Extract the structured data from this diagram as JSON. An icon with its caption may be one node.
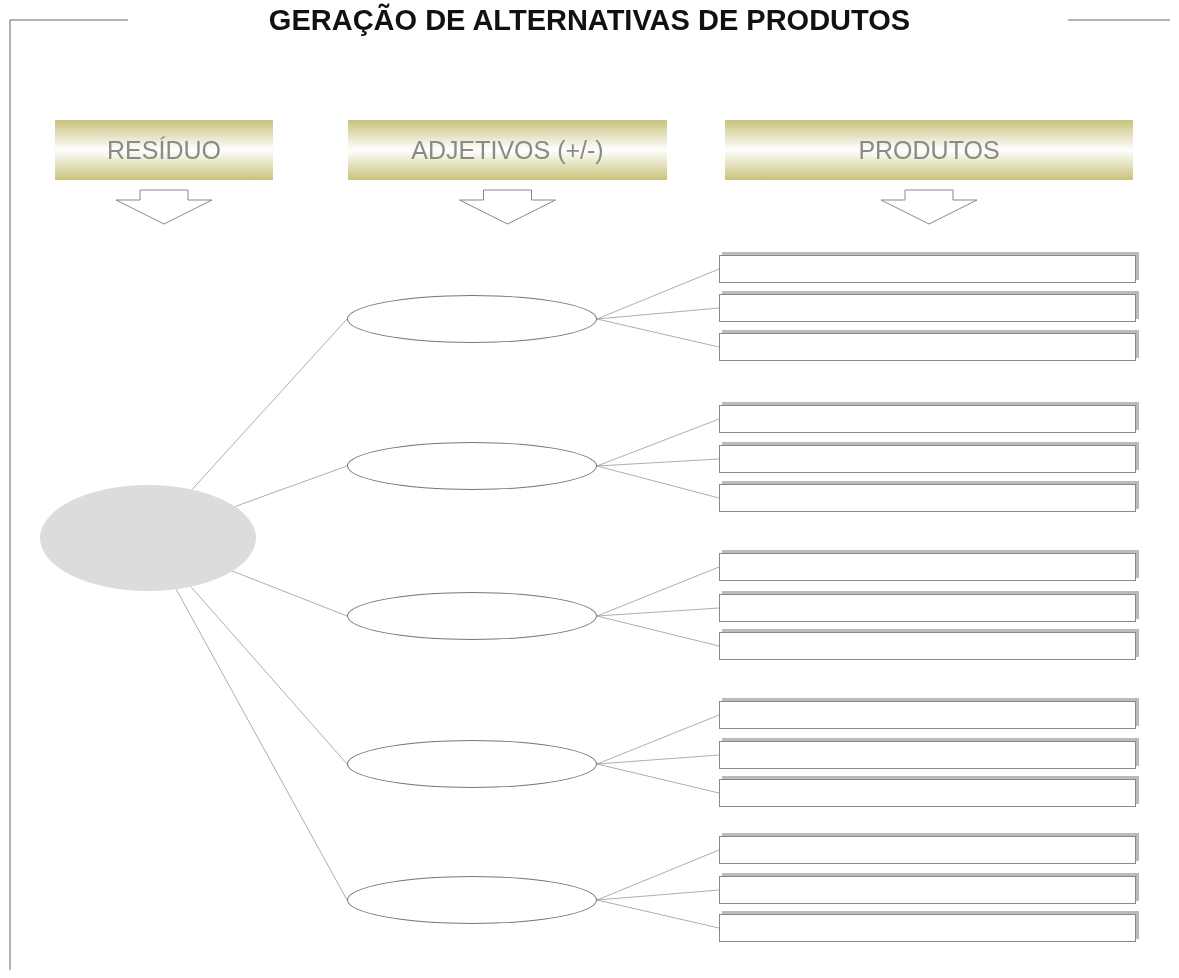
{
  "diagram": {
    "title": "GERAÇÃO DE ALTERNATIVAS DE PRODUTOS",
    "nodes": [
      {
        "text": [
          "RESÍDUO"
        ]
      },
      {
        "text": [
          "ADJETIVOS (+/-)"
        ]
      },
      {
        "text": [
          "PRODUTOS"
        ]
      },
      {
        "text": [],
        "shape": "ellipse"
      },
      {
        "text": [],
        "shape": "ellipse"
      },
      {
        "text": [],
        "shape": "ellipse"
      },
      {
        "text": [],
        "shape": "ellipse"
      },
      {
        "text": [],
        "shape": "ellipse"
      },
      {
        "text": [],
        "shape": "ellipse"
      },
      {
        "text": [],
        "shape": "box"
      },
      {
        "text": [],
        "shape": "box"
      },
      {
        "text": [],
        "shape": "box"
      },
      {
        "text": [],
        "shape": "box"
      },
      {
        "text": [],
        "shape": "box"
      },
      {
        "text": [],
        "shape": "box"
      },
      {
        "text": [],
        "shape": "box"
      },
      {
        "text": [],
        "shape": "box"
      },
      {
        "text": [],
        "shape": "box"
      },
      {
        "text": [],
        "shape": "box"
      },
      {
        "text": [],
        "shape": "box"
      },
      {
        "text": [],
        "shape": "box"
      },
      {
        "text": [],
        "shape": "box"
      },
      {
        "text": [],
        "shape": "box"
      },
      {
        "text": [],
        "shape": "box"
      }
    ],
    "edges": [
      {
        "from": 0,
        "to": null,
        "arrow": "to"
      },
      {
        "from": 1,
        "to": null,
        "arrow": "to"
      },
      {
        "from": 2,
        "to": null,
        "arrow": "to"
      },
      {
        "from": 3,
        "to": 4,
        "arrow": "none"
      },
      {
        "from": 3,
        "to": 5,
        "arrow": "none"
      },
      {
        "from": 3,
        "to": 6,
        "arrow": "none"
      },
      {
        "from": 3,
        "to": 7,
        "arrow": "none"
      },
      {
        "from": 3,
        "to": 8,
        "arrow": "none"
      },
      {
        "from": 4,
        "to": 9,
        "arrow": "none"
      },
      {
        "from": 4,
        "to": 10,
        "arrow": "none"
      },
      {
        "from": 4,
        "to": 11,
        "arrow": "none"
      },
      {
        "from": 5,
        "to": 12,
        "arrow": "none"
      },
      {
        "from": 5,
        "to": 13,
        "arrow": "none"
      },
      {
        "from": 5,
        "to": 14,
        "arrow": "none"
      },
      {
        "from": 6,
        "to": 15,
        "arrow": "none"
      },
      {
        "from": 6,
        "to": 16,
        "arrow": "none"
      },
      {
        "from": 6,
        "to": 17,
        "arrow": "none"
      },
      {
        "from": 7,
        "to": 18,
        "arrow": "none"
      },
      {
        "from": 7,
        "to": 19,
        "arrow": "none"
      },
      {
        "from": 7,
        "to": 20,
        "arrow": "none"
      },
      {
        "from": 8,
        "to": 21,
        "arrow": "none"
      },
      {
        "from": 8,
        "to": 22,
        "arrow": "none"
      },
      {
        "from": 8,
        "to": 23,
        "arrow": "none"
      }
    ]
  }
}
